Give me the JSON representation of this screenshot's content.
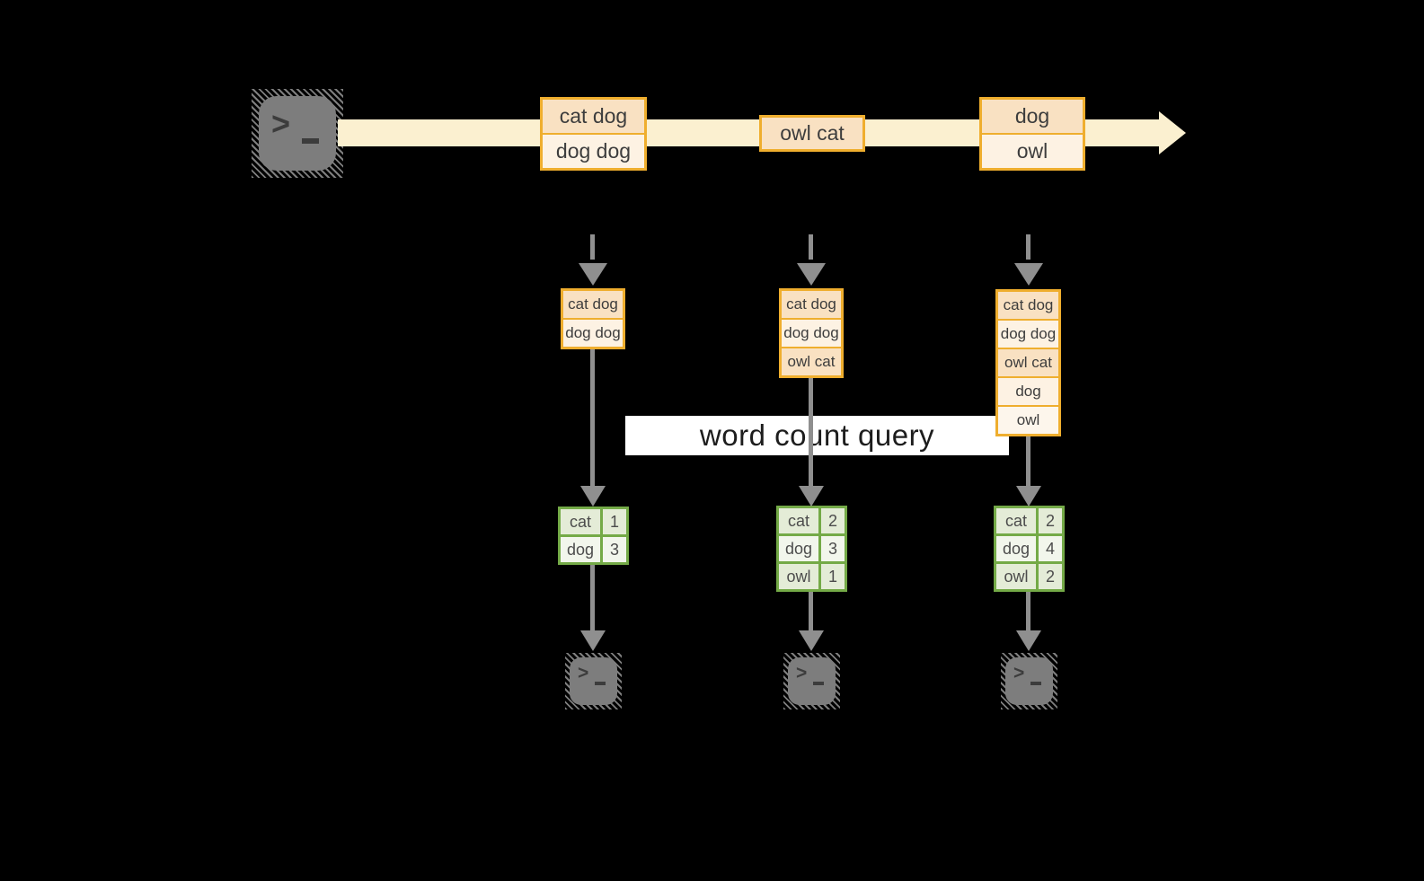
{
  "banner": {
    "label": "word count query"
  },
  "colors": {
    "background": "#000000",
    "stream_band": "#fbf0d0",
    "record_border": "#efae2e",
    "record_fill_dark": "#f9e1c2",
    "record_fill_light": "#fdf2e3",
    "table_border": "#74aa47",
    "table_fill_sage": "#e4ecd7",
    "table_fill_pale": "#f2f6ec",
    "arrow_gray": "#8f8f8f",
    "terminal_gray": "#7d7d7d"
  },
  "stream": {
    "batches": [
      [
        "cat dog",
        "dog dog"
      ],
      [
        "owl cat"
      ],
      [
        "dog",
        "owl"
      ]
    ]
  },
  "workers": [
    {
      "buffer": [
        "cat dog",
        "dog dog"
      ],
      "counts": [
        [
          "cat",
          "1"
        ],
        [
          "dog",
          "3"
        ]
      ]
    },
    {
      "buffer": [
        "cat dog",
        "dog dog",
        "owl cat"
      ],
      "counts": [
        [
          "cat",
          "2"
        ],
        [
          "dog",
          "3"
        ],
        [
          "owl",
          "1"
        ]
      ]
    },
    {
      "buffer": [
        "cat dog",
        "dog dog",
        "owl cat",
        "dog",
        "owl"
      ],
      "counts": [
        [
          "cat",
          "2"
        ],
        [
          "dog",
          "4"
        ],
        [
          "owl",
          "2"
        ]
      ]
    }
  ],
  "icons": {
    "source": "terminal-prompt",
    "outputs": [
      "terminal-prompt",
      "terminal-prompt",
      "terminal-prompt"
    ]
  }
}
